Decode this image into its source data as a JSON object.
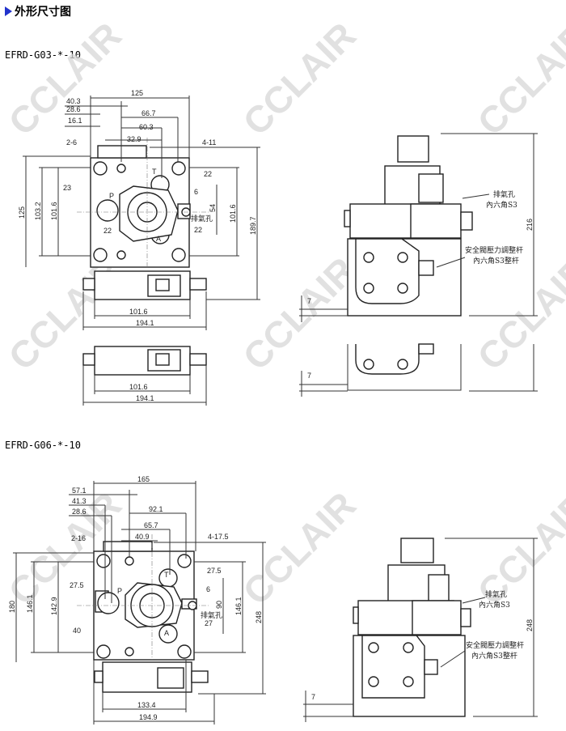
{
  "header": {
    "title": "外形尺寸图",
    "arrow_color": "#2233cc"
  },
  "watermark": "CCLAIR",
  "model1": {
    "name": "EFRD-G03-*-10",
    "dims": {
      "w125": "125",
      "d40_3": "40.3",
      "d28_6": "28.6",
      "d66_7": "66.7",
      "d16_1": "16.1",
      "d60_3": "60.3",
      "d32_9": "32.9",
      "h2_6": "2-6",
      "h4_11": "4-11",
      "h125": "125",
      "h103_2": "103.2",
      "h101_6": "101.6",
      "d23": "23",
      "d22a": "22",
      "d22b": "22",
      "d22c": "22",
      "d6": "6",
      "d54": "54",
      "r101_6": "101.6",
      "h189_7": "189.7",
      "b101_6": "101.6",
      "b194_1": "194.1",
      "c101_6": "101.6",
      "c194_1": "194.1",
      "h216": "216",
      "off7a": "7",
      "off7b": "7"
    },
    "ports": {
      "p": "P",
      "t": "T",
      "a": "A"
    },
    "labels": {
      "vent": "排氣孔",
      "vent_front": "排氣孔",
      "hex_s3": "內六角S3",
      "relief": "安全閥壓力調整杆",
      "relief_hex": "內六角S3整杆"
    }
  },
  "model2": {
    "name": "EFRD-G06-*-10",
    "dims": {
      "w165": "165",
      "d57_1": "57.1",
      "d41_3": "41.3",
      "d92_1": "92.1",
      "d28_6": "28.6",
      "d65_7": "65.7",
      "d40_9": "40.9",
      "h2_16": "2-16",
      "h4_17_5": "4-17.5",
      "h180": "180",
      "h146_1": "146.1",
      "h142_9": "142.9",
      "d27_5a": "27.5",
      "d27_5b": "27.5",
      "d6": "6",
      "d90": "90",
      "r146_1": "146.1",
      "d40": "40",
      "d27": "27",
      "h248": "248",
      "b133_4": "133.4",
      "b194_9": "194.9",
      "h248s": "248",
      "off7": "7"
    },
    "ports": {
      "p": "P",
      "t": "T",
      "a": "A"
    },
    "labels": {
      "vent": "排氣孔",
      "vent_front": "排氣孔",
      "hex_s3": "內六角S3",
      "relief": "安全閥壓力調整杆",
      "relief_hex": "內六角S3整杆"
    }
  }
}
